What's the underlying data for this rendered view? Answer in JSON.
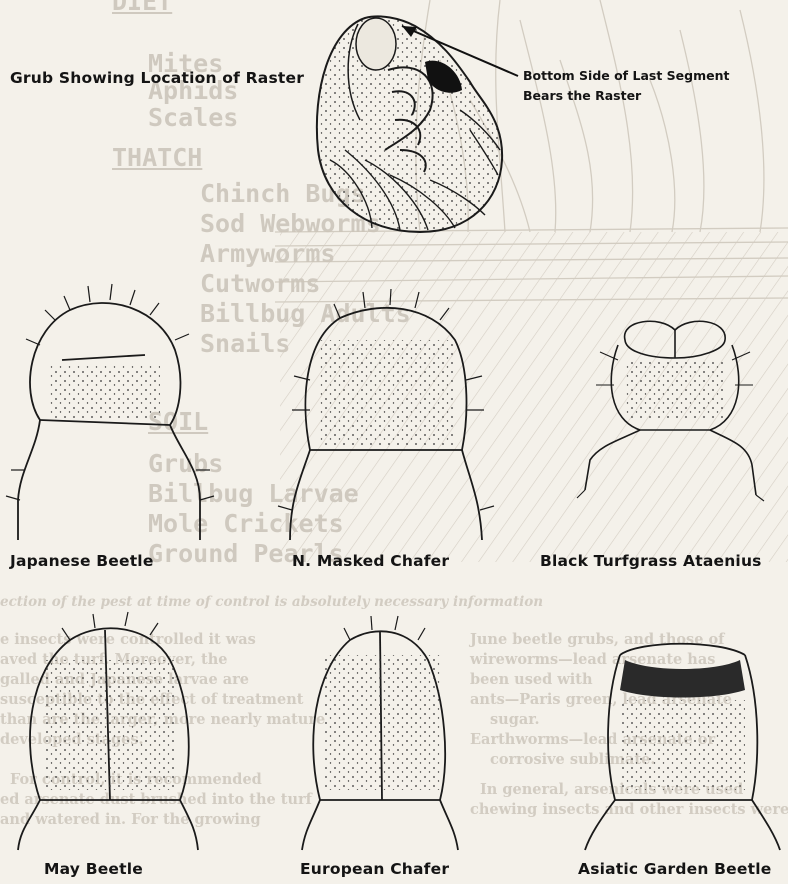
{
  "annotations": {
    "grub_caption": "Grub Showing Location of Raster",
    "raster_note_line1": "Bottom Side of Last Segment",
    "raster_note_line2": "Bears the Raster"
  },
  "specimens": [
    {
      "label": "Japanese Beetle"
    },
    {
      "label": "N. Masked Chafer"
    },
    {
      "label": "Black Turfgrass Ataenius"
    },
    {
      "label": "May Beetle"
    },
    {
      "label": "European Chafer"
    },
    {
      "label": "Asiatic Garden Beetle"
    }
  ],
  "background_bleed": {
    "heading_1": "DIET",
    "list_1": [
      "Mites",
      "Aphids",
      "Scales"
    ],
    "heading_2": "THATCH",
    "list_2": [
      "Chinch Bugs",
      "Sod Webworms",
      "Armyworms",
      "Cutworms",
      "Billbug Adults",
      "Snails"
    ],
    "heading_3": "SOIL",
    "list_3": [
      "Grubs",
      "Billbug Larvae",
      "Mole Crickets",
      "Ground Pearls"
    ],
    "caption": "ection of the pest at time of control is absolutely necessary information",
    "body_left": [
      "e insects were controlled it was",
      "aved the turf. Moreover, the",
      "galled and Japanese larvae are",
      "susceptible to the effect of treatment",
      "than are the larger, more nearly mature",
      "developed stages.",
      "For control, it is recommended",
      "ed arsenate dust brushed into the turf",
      "and watered in. For the growing"
    ],
    "body_right": [
      "June beetle grubs, and those of",
      "wireworms—lead arsenate has",
      "been used with",
      "ants—Paris green, lead arsenate",
      "sugar.",
      "Earthworms—lead arsenate or",
      "corrosive sublimate.",
      "In general, arsenicals were used",
      "chewing insects and other insects were"
    ]
  }
}
